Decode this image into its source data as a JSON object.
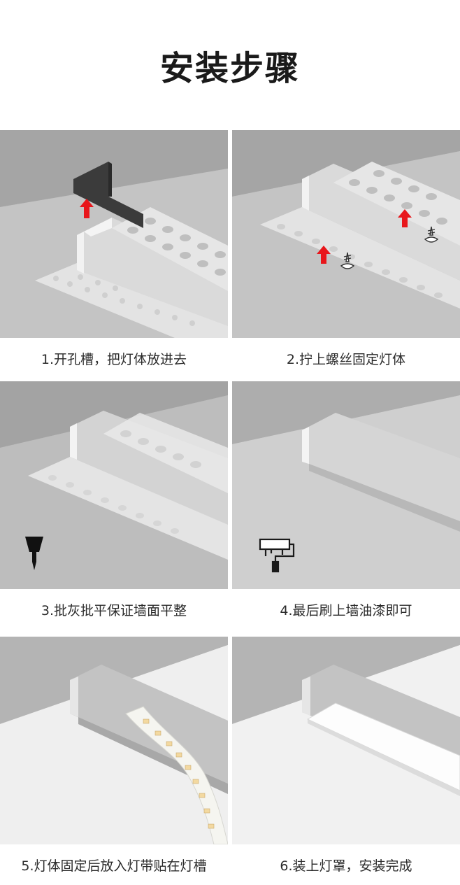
{
  "page": {
    "title": "安装步骤"
  },
  "steps": [
    {
      "caption": "1.开孔槽，把灯体放进去"
    },
    {
      "caption": "2.拧上螺丝固定灯体"
    },
    {
      "caption": "3.批灰批平保证墙面平整"
    },
    {
      "caption": "4.最后刷上墙油漆即可"
    },
    {
      "caption": "5.灯体固定后放入灯带贴在灯槽"
    },
    {
      "caption": "6.装上灯罩，安装完成"
    }
  ],
  "icons": {
    "step1": [
      "up-arrow-icon"
    ],
    "step2": [
      "up-arrow-icon",
      "screw-icon"
    ],
    "step3": [
      "putty-knife-icon"
    ],
    "step4": [
      "paint-roller-icon"
    ]
  },
  "colors": {
    "arrow": "#e8161b",
    "wall": "#a9a9a9",
    "ceiling": "#c8c8c8",
    "profile": "#e1e1e1",
    "profile_dark": "#b9b9b9",
    "block": "#3b3b3b",
    "led_strip": "#f5f5f0",
    "led_chip": "#f3d9a0"
  }
}
